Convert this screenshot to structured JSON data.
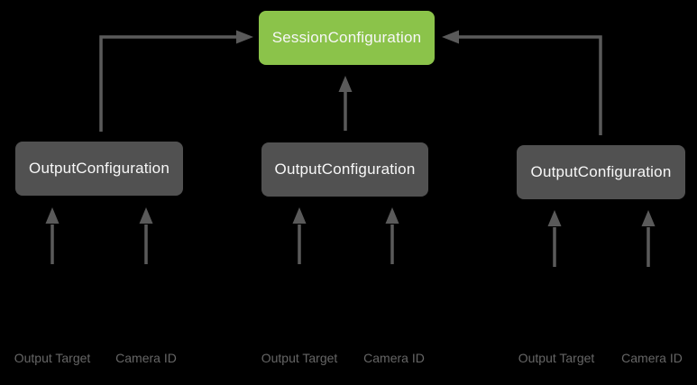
{
  "diagram": {
    "session_node": {
      "label": "SessionConfiguration",
      "fill_color": "#8BC34A",
      "text_color": "#F7F7F7"
    },
    "output_nodes": [
      {
        "label": "OutputConfiguration",
        "inputs": [
          {
            "label": "Output Target"
          },
          {
            "label": "Camera ID"
          }
        ]
      },
      {
        "label": "OutputConfiguration",
        "inputs": [
          {
            "label": "Output Target"
          },
          {
            "label": "Camera ID"
          }
        ]
      },
      {
        "label": "OutputConfiguration",
        "inputs": [
          {
            "label": "Output Target"
          },
          {
            "label": "Camera ID"
          }
        ]
      }
    ],
    "edges": [
      {
        "from": "OutputConfiguration (left)",
        "to": "SessionConfiguration"
      },
      {
        "from": "OutputConfiguration (middle)",
        "to": "SessionConfiguration"
      },
      {
        "from": "OutputConfiguration (right)",
        "to": "SessionConfiguration"
      },
      {
        "from": "Output Target / Camera ID",
        "to": "each OutputConfiguration"
      }
    ],
    "colors": {
      "background": "#000000",
      "output_node_fill": "#515151",
      "arrow": "#5A5A5A",
      "input_label_text": "#666666"
    }
  }
}
